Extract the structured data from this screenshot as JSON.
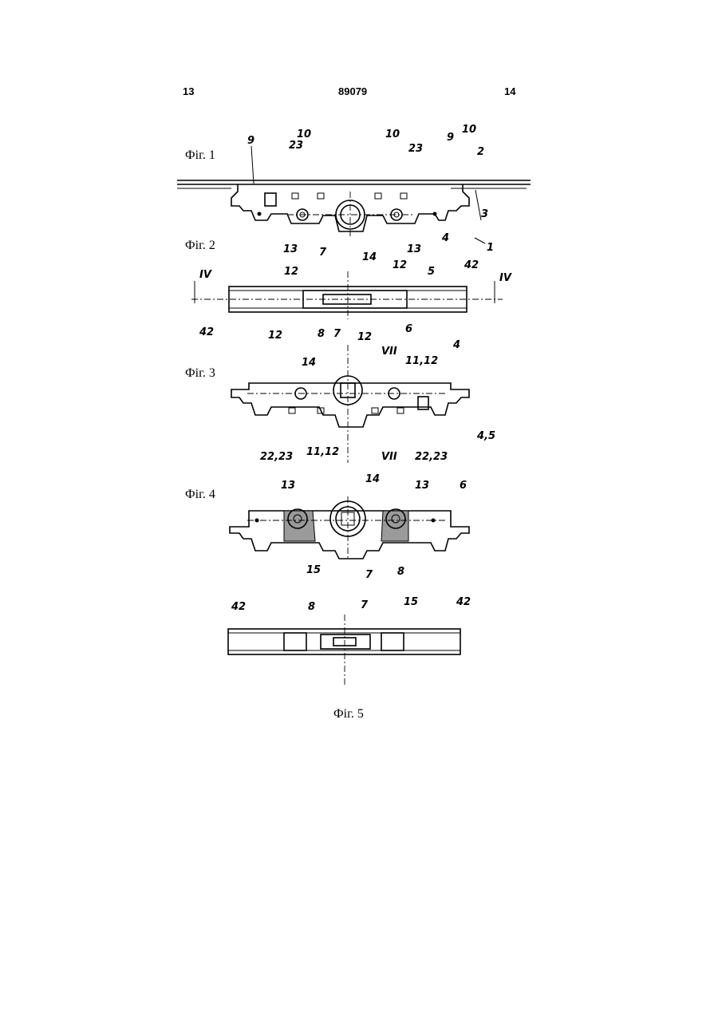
{
  "header": {
    "page_left": "13",
    "patent_number": "89079",
    "page_right": "14"
  },
  "figures": {
    "fig1": "Фіг. 1",
    "fig2": "Фіг. 2",
    "fig3": "Фіг. 3",
    "fig4": "Фіг. 4",
    "fig5": "Фіг. 5"
  },
  "labels": {
    "f1": [
      "9",
      "10",
      "23",
      "10",
      "23",
      "9",
      "10",
      "2",
      "3",
      "13",
      "7",
      "13",
      "4",
      "1"
    ],
    "f2": [
      "12",
      "14",
      "12",
      "5",
      "42",
      "IV",
      "IV",
      "42",
      "12",
      "8",
      "7",
      "12",
      "6",
      "4"
    ],
    "f3": [
      "VII",
      "14",
      "11,12",
      "4,5",
      "22,23",
      "11,12",
      "VII",
      "22,23"
    ],
    "f4": [
      "13",
      "14",
      "13",
      "6",
      "15",
      "7",
      "8"
    ],
    "f5": [
      "42",
      "8",
      "7",
      "15",
      "42"
    ]
  }
}
